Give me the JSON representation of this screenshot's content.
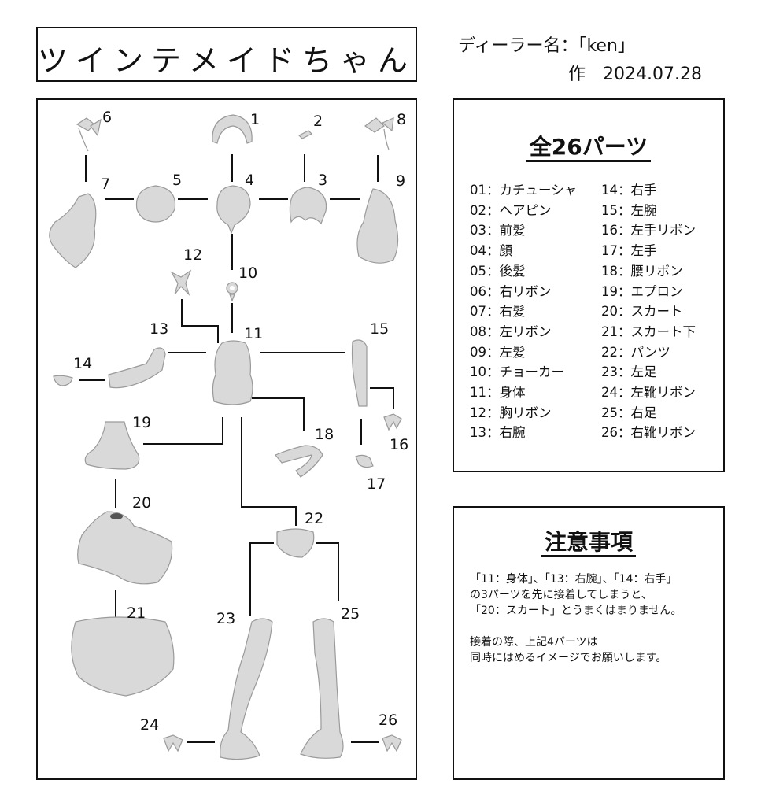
{
  "title": "ツインテメイドちゃん",
  "dealer": "ディーラー名：「ken」",
  "date": "作　2024.07.28",
  "parts_panel": {
    "title": "全26パーツ",
    "col1": [
      "01：カチューシャ",
      "02：ヘアピン",
      "03：前髪",
      "04：顔",
      "05：後髪",
      "06：右リボン",
      "07：右髪",
      "08：左リボン",
      "09：左髪",
      "10：チョーカー",
      "11：身体",
      "12：胸リボン",
      "13：右腕"
    ],
    "col2": [
      "14：右手",
      "15：左腕",
      "16：左手リボン",
      "17：左手",
      "18：腰リボン",
      "19：エプロン",
      "20：スカート",
      "21：スカート下",
      "22：パンツ",
      "23：左足",
      "24：左靴リボン",
      "25：右足",
      "26：右靴リボン"
    ]
  },
  "notes_panel": {
    "title": "注意事項",
    "lines": [
      "「11：身体」、「13：右腕」、「14：右手」",
      "の3パーツを先に接着してしまうと、",
      "「20：スカート」とうまくはまりません。",
      "",
      "接着の際、上記4パーツは",
      "同時にはめるイメージでお願いします。"
    ]
  },
  "diagram_labels": [
    "1",
    "2",
    "3",
    "4",
    "5",
    "6",
    "7",
    "8",
    "9",
    "10",
    "11",
    "12",
    "13",
    "14",
    "15",
    "16",
    "17",
    "18",
    "19",
    "20",
    "21",
    "22",
    "23",
    "24",
    "25",
    "26"
  ]
}
